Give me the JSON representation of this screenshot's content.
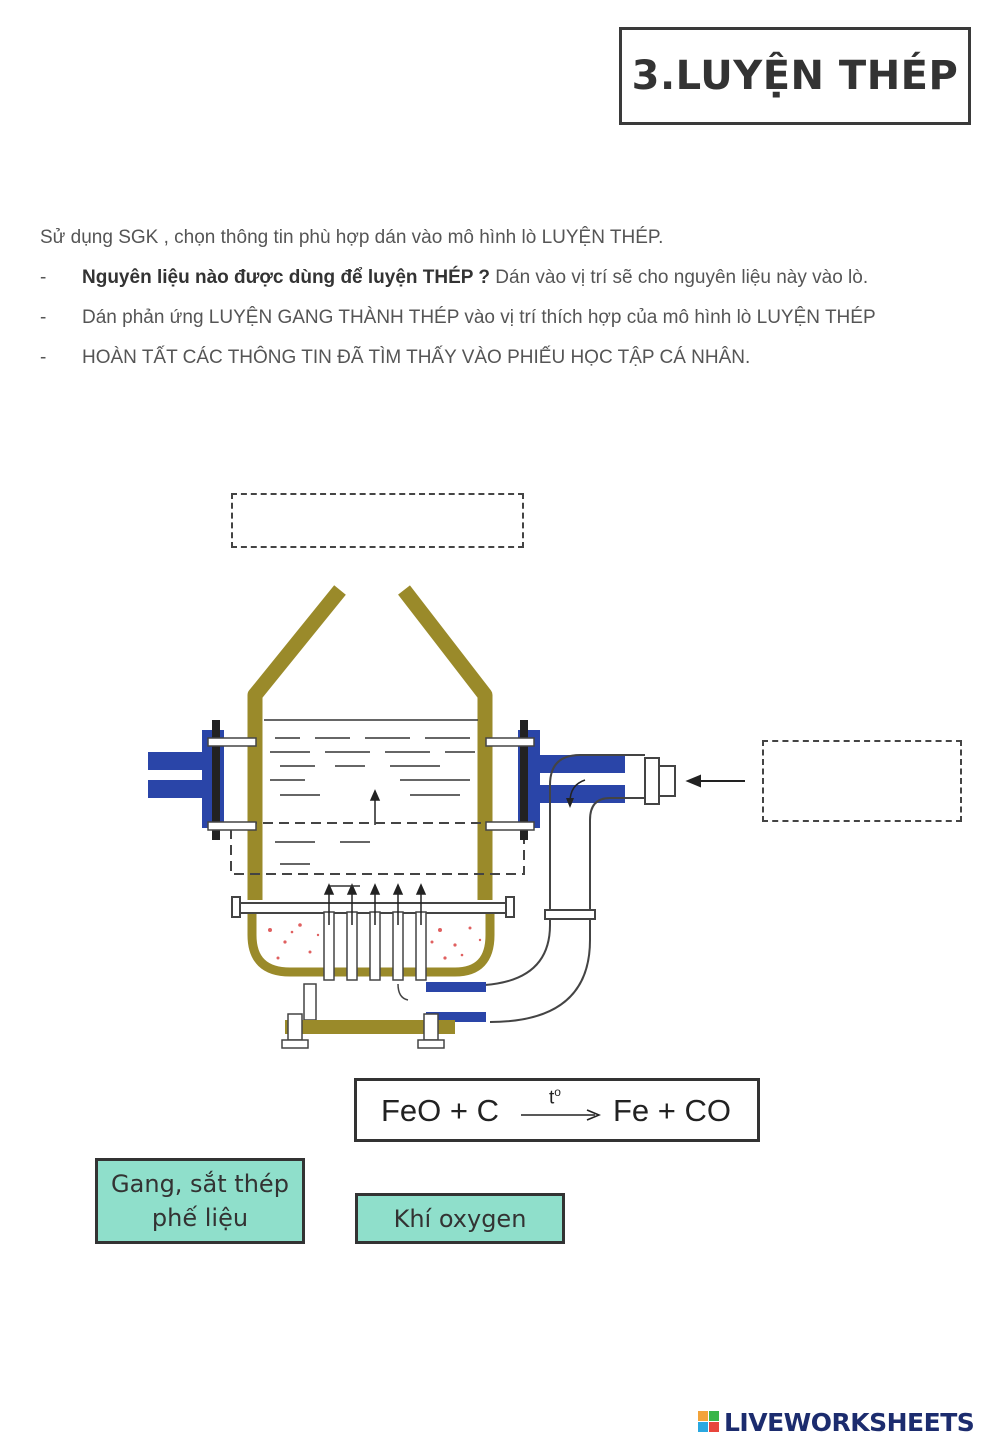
{
  "title": "3.LUYỆN THÉP",
  "instructions": {
    "intro": "Sử dụng SGK , chọn thông tin phù hợp dán vào mô hình lò LUYỆN THÉP.",
    "items": [
      {
        "dash": "-",
        "bold": "Nguyên liệu nào  được dùng để luyện THÉP ?",
        "text": " Dán vào vị trí sẽ cho nguyên liệu này vào lò."
      },
      {
        "dash": "-",
        "bold": "",
        "text": "Dán phản ứng LUYỆN GANG THÀNH THÉP vào vị trí thích hợp của mô hình lò LUYỆN THÉP"
      },
      {
        "dash": "-",
        "bold": "",
        "text": "HOÀN TẤT CÁC THÔNG TIN ĐÃ TÌM THẤY VÀO PHIẾU HỌC TẬP CÁ NHÂN."
      }
    ]
  },
  "equation": {
    "left": "FeO + C",
    "condition": "t",
    "condition_sup": "o",
    "right": "Fe + CO"
  },
  "cards": [
    {
      "line1": "Gang, sắt thép",
      "line2": "phế liệu"
    },
    {
      "line1": "Khí oxygen"
    }
  ],
  "logo": {
    "text": "LIVEWORKSHEETS"
  },
  "colors": {
    "furnace": "#9a8a2a",
    "pipe_blue": "#2a45a8",
    "card_fill": "#8fdfcb",
    "logo_text": "#1c2c6e"
  }
}
